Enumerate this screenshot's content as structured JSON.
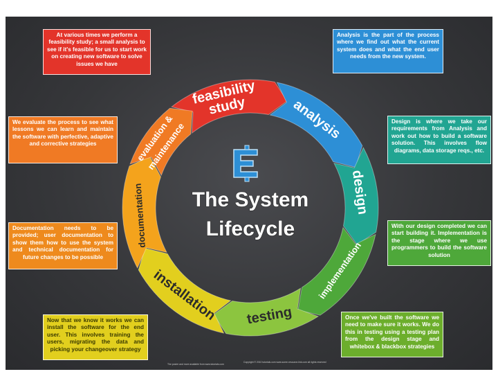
{
  "title": {
    "line1": "The System",
    "line2": "Lifecycle"
  },
  "stages": [
    {
      "key": "feasibility",
      "line1": "feasibility",
      "line2": "study"
    },
    {
      "key": "analysis",
      "line1": "analysis",
      "line2": ""
    },
    {
      "key": "design",
      "line1": "design",
      "line2": ""
    },
    {
      "key": "implementation",
      "line1": "implementation",
      "line2": ""
    },
    {
      "key": "testing",
      "line1": "testing",
      "line2": ""
    },
    {
      "key": "installation",
      "line1": "installation",
      "line2": ""
    },
    {
      "key": "documentation",
      "line1": "documentation",
      "line2": ""
    },
    {
      "key": "evaluation",
      "line1": "evaluation &",
      "line2": "maintenance"
    }
  ],
  "descriptions": {
    "feasibility": "At various times we perform a feasibility study; a small analysis to see if it's feasible for us to start work on creating new software to solve issues we have",
    "analysis": "Analysis is the part of the process where we find out what the current system does and what the end user needs from the new system.",
    "design": "Design is where we take our requirements from Analysis and work out how to build a software solution. This involves flow diagrams, data storage reqs., etc.",
    "implementation": "With our design completed we can start building it. Implementation is the stage where we use programmers to build the software solution",
    "testing": "Once we've built the software we need to make sure it works. We do this in testing using a testing plan from the design stage and whitebox & blackbox strategies",
    "installation": "Now that we know it works we can install the software for the end user. This involves training the users, migrating the data and picking your changeover strategy",
    "documentation": "Documentation needs to be provided; user documentation to show them how to use the system and technical documentation for future changes to be possible",
    "evaluation": "We evaluate the process to see what lessons we can learn and maintain the software with perfective, adaptive and corrective strategies"
  },
  "footer": {
    "left": "The poster and more available from www.tutorials.com",
    "right": "Copyright © 2010 tutorials.com www.some-resource-link.com all rights reserved"
  },
  "colors": {
    "feasibility": "#e3342a",
    "analysis": "#2d8fd6",
    "design": "#21a592",
    "implementation": "#4ea83a",
    "testing": "#8cc53f",
    "installation": "#e2cf1e",
    "documentation": "#f4a31c",
    "evaluation": "#f07a24"
  },
  "logo_icon": "system-lifecycle-logo-icon"
}
